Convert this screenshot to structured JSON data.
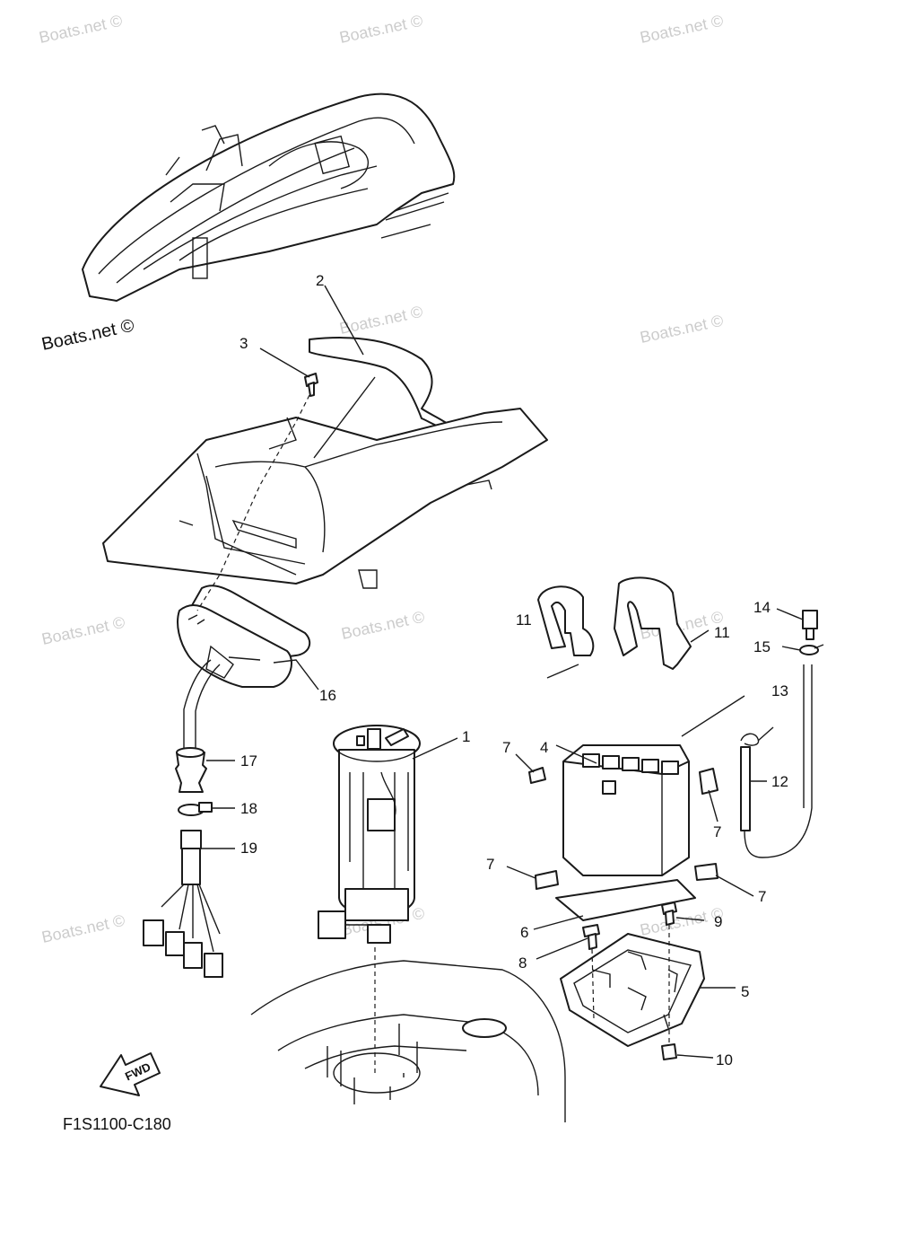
{
  "diagram_code": "F1S1100-C180",
  "fwd_label": "FWD",
  "watermark_text": "Boats.net ©",
  "watermark_count": 12,
  "callouts": [
    "1",
    "2",
    "3",
    "4",
    "5",
    "6",
    "7",
    "7",
    "7",
    "7",
    "8",
    "9",
    "10",
    "11",
    "11",
    "12",
    "13",
    "14",
    "15",
    "16",
    "17",
    "18",
    "19"
  ]
}
